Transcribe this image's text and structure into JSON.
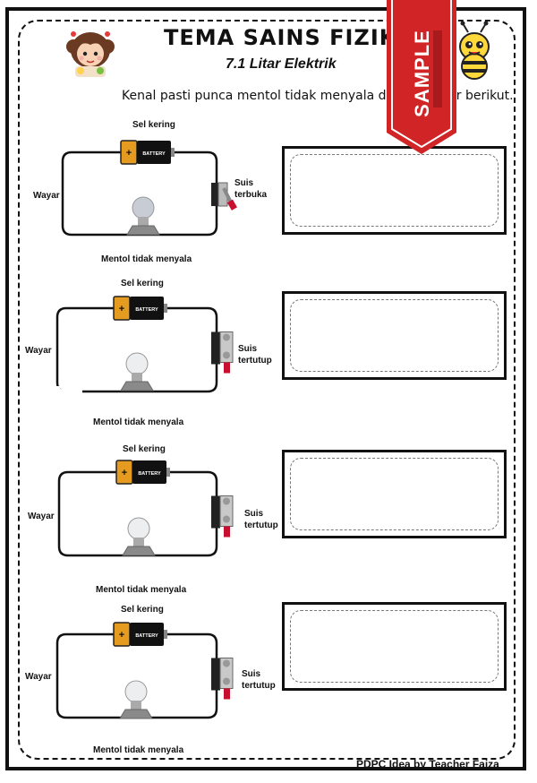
{
  "header": {
    "title": "TEMA SAINS FIZIKAL",
    "subtitle": "7.1 Litar Elektrik",
    "instruction": "Kenal pasti punca mentol tidak menyala di dalam litar berikut."
  },
  "watermark": {
    "text": "SAMPLE",
    "color": "#d02426"
  },
  "circuits": [
    {
      "battery_label": "Sel kering",
      "battery_text": "BATTERY",
      "wire_label": "Wayar",
      "switch_label_1": "Suis",
      "switch_label_2": "terbuka",
      "bulb_label": "Mentol tidak menyala",
      "switch_state": "open"
    },
    {
      "battery_label": "Sel kering",
      "battery_text": "BATTERY",
      "wire_label": "Wayar",
      "switch_label_1": "Suis",
      "switch_label_2": "tertutup",
      "bulb_label": "Mentol tidak menyala",
      "switch_state": "closed",
      "wire_gap": true
    },
    {
      "battery_label": "Sel kering",
      "battery_text": "BATTERY",
      "wire_label": "Wayar",
      "switch_label_1": "Suis",
      "switch_label_2": "tertutup",
      "bulb_label": "Mentol tidak menyala",
      "switch_state": "closed"
    },
    {
      "battery_label": "Sel kering",
      "battery_text": "BATTERY",
      "wire_label": "Wayar",
      "switch_label_1": "Suis",
      "switch_label_2": "tertutup",
      "bulb_label": "Mentol tidak menyala",
      "switch_state": "closed"
    }
  ],
  "footer": {
    "credit": "PDPC Idea by Teacher Faiza"
  }
}
